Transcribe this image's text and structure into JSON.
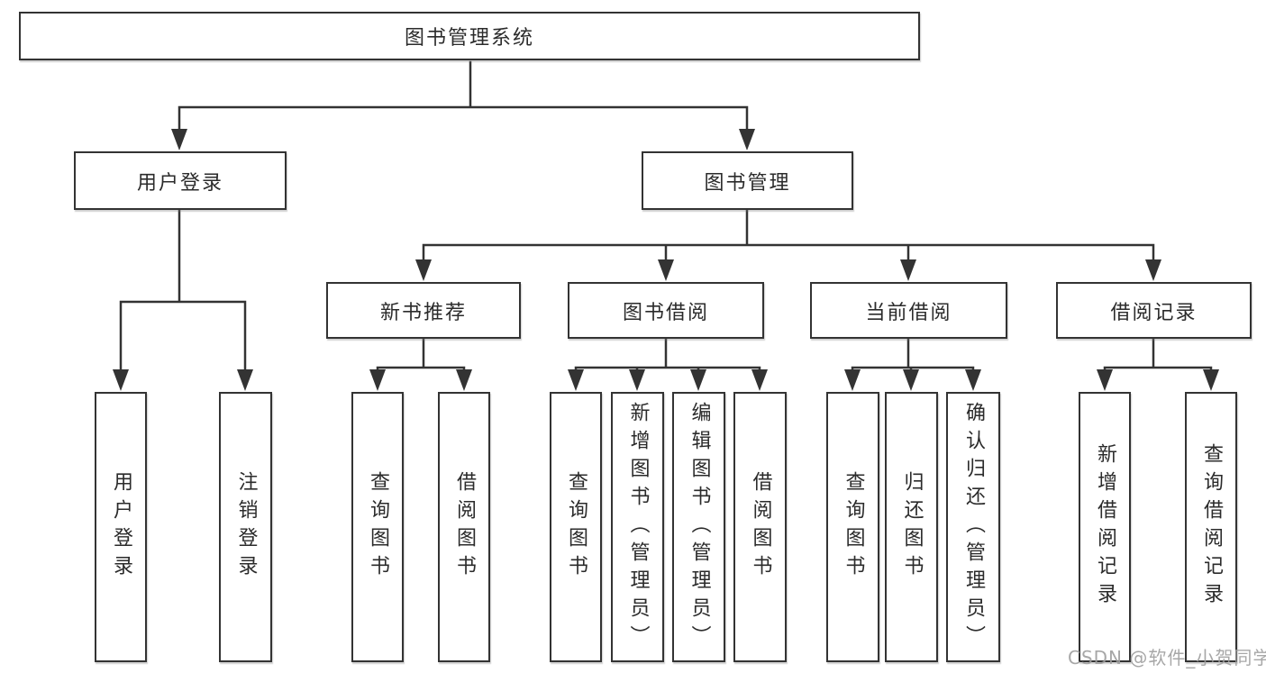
{
  "diagram": {
    "type": "function-structure-tree",
    "line_color": "#333333",
    "box_border_color": "#333333",
    "background_color": "#ffffff",
    "tree": {
      "label": "图书管理系统",
      "children": [
        {
          "label": "用户登录",
          "children": [
            {
              "label": "用户登录"
            },
            {
              "label": "注销登录"
            }
          ]
        },
        {
          "label": "图书管理",
          "children": [
            {
              "label": "新书推荐",
              "children": [
                {
                  "label": "查询图书"
                },
                {
                  "label": "借阅图书"
                }
              ]
            },
            {
              "label": "图书借阅",
              "children": [
                {
                  "label": "查询图书"
                },
                {
                  "label": "新增图书（管理员）"
                },
                {
                  "label": "编辑图书（管理员）"
                },
                {
                  "label": "借阅图书"
                }
              ]
            },
            {
              "label": "当前借阅",
              "children": [
                {
                  "label": "查询图书"
                },
                {
                  "label": "归还图书"
                },
                {
                  "label": "确认归还（管理员）"
                }
              ]
            },
            {
              "label": "借阅记录",
              "children": [
                {
                  "label": "新增借阅记录"
                },
                {
                  "label": "查询借阅记录"
                }
              ]
            }
          ]
        }
      ]
    }
  },
  "watermark": {
    "text": "CSDN @软件_小贺同学",
    "color": "#9e9e9e"
  }
}
